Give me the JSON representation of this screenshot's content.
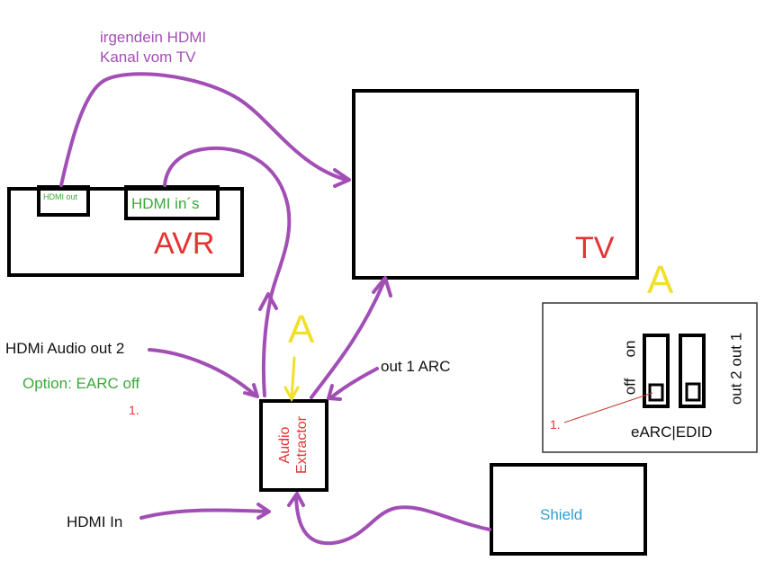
{
  "colors": {
    "wire": "#a24fb5",
    "box": "#000000",
    "avr_label": "#e53232",
    "tv_label": "#e53232",
    "marker_a": "#f0e02a",
    "shield_label": "#2e9fd4",
    "option_text": "#3aa83a",
    "note_red": "#e53232"
  },
  "top_note": {
    "line1": "irgendein HDMI",
    "line2": "Kanal vom TV"
  },
  "avr": {
    "label": "AVR",
    "port_out": "HDMI out",
    "port_in": "HDMI in´s"
  },
  "tv": {
    "label": "TV"
  },
  "extractor": {
    "line1": "Audio",
    "line2": "Extractor",
    "marker": "A"
  },
  "inputs": {
    "hdmi_audio_out2": "HDMi Audio out 2",
    "option": "Option: EARC off",
    "option_marker": "1.",
    "out1_arc": "out 1 ARC",
    "hdmi_in": "HDMI In"
  },
  "switch_panel": {
    "marker": "A",
    "on_label": "on",
    "off_label": "off",
    "right_label": "out 2 out 1",
    "bottom_label": "eARC|EDID",
    "callout": "1."
  },
  "shield": {
    "label": "Shield"
  }
}
